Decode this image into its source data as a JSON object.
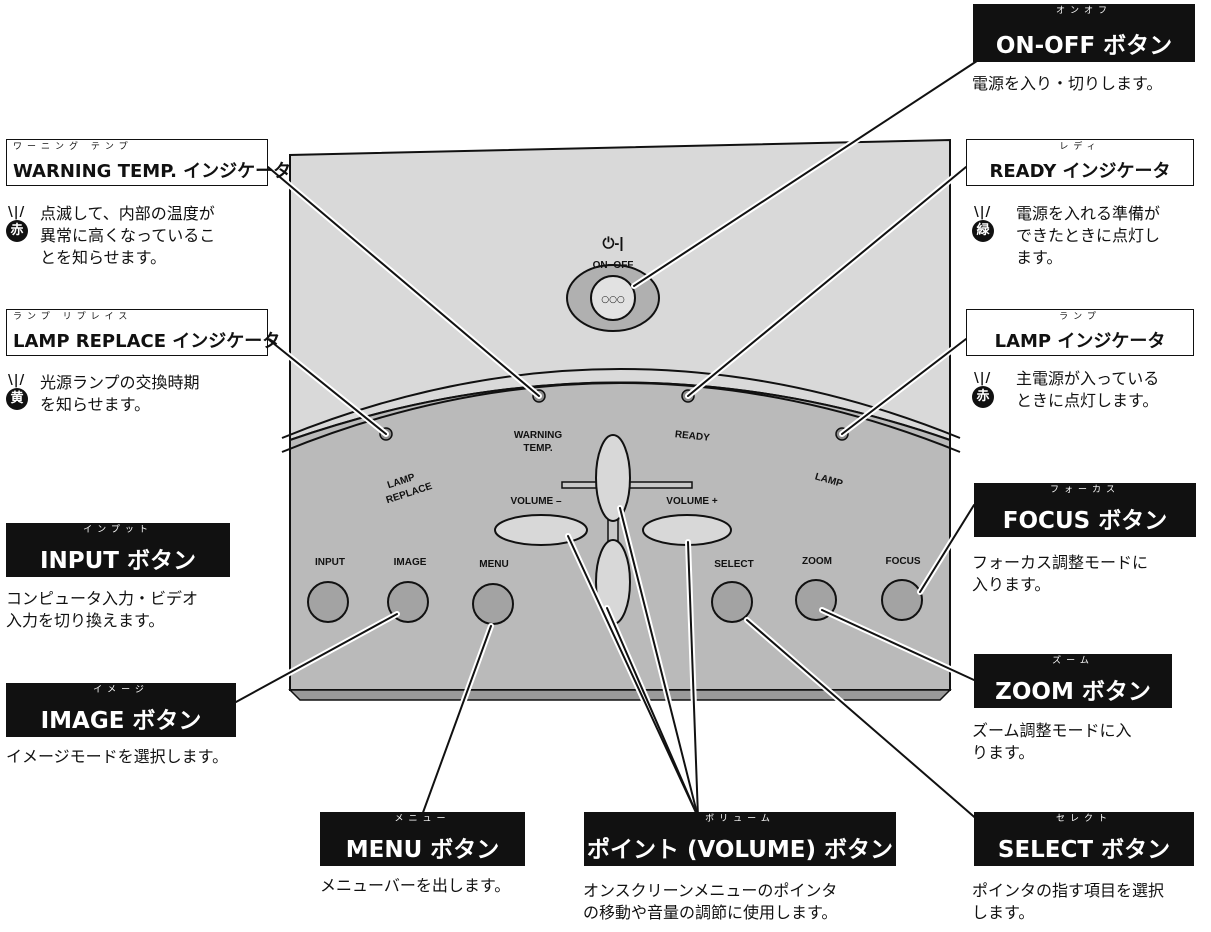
{
  "panel": {
    "power_symbol": "⏻-|",
    "power_label": "ON−OFF",
    "power_button_glyph": "○○○",
    "label_lamp_replace_1": "LAMP",
    "label_lamp_replace_2": "REPLACE",
    "label_warning_1": "WARNING",
    "label_warning_2": "TEMP.",
    "label_ready": "READY",
    "label_lamp": "LAMP",
    "label_volume_minus": "VOLUME –",
    "label_volume_plus": "VOLUME +",
    "buttons": [
      "INPUT",
      "IMAGE",
      "MENU",
      "SELECT",
      "ZOOM",
      "FOCUS"
    ]
  },
  "callouts": {
    "onoff": {
      "ruby": "オンオフ",
      "title": "ON-OFF ボタン",
      "desc": [
        "電源を入り・切りします。"
      ]
    },
    "warning": {
      "ruby": "ワーニング テンプ",
      "title": "WARNING TEMP. インジケータ",
      "desc": [
        "点滅して、内部の温度が",
        "異常に高くなっているこ",
        "とを知らせます。"
      ],
      "icon_color": "赤"
    },
    "ready": {
      "ruby": "レディ",
      "title": "READY インジケータ",
      "desc": [
        "電源を入れる準備が",
        "できたときに点灯し",
        "ます。"
      ],
      "icon_color": "緑"
    },
    "lamp_replace": {
      "ruby": "ランプ リプレイス",
      "title": "LAMP REPLACE インジケータ",
      "desc": [
        "光源ランプの交換時期",
        "を知らせます。"
      ],
      "icon_color": "黄"
    },
    "lamp": {
      "ruby": "ランプ",
      "title": "LAMP インジケータ",
      "desc": [
        "主電源が入っている",
        "ときに点灯します。"
      ],
      "icon_color": "赤"
    },
    "input": {
      "ruby": "インプット",
      "title": "INPUT ボタン",
      "desc": [
        "コンピュータ入力・ビデオ",
        "入力を切り換えます。"
      ]
    },
    "focus": {
      "ruby": "フォーカス",
      "title": "FOCUS ボタン",
      "desc": [
        "フォーカス調整モードに",
        "入ります。"
      ]
    },
    "image": {
      "ruby": "イメージ",
      "title": "IMAGE ボタン",
      "desc": [
        "イメージモードを選択します。"
      ]
    },
    "zoom": {
      "ruby": "ズーム",
      "title": "ZOOM ボタン",
      "desc": [
        "ズーム調整モードに入",
        "ります。"
      ]
    },
    "menu": {
      "ruby": "メニュー",
      "title": "MENU ボタン",
      "desc": [
        "メニューバーを出します。"
      ]
    },
    "point": {
      "ruby": "ボリューム",
      "title": "ポイント (VOLUME) ボタン",
      "desc": [
        "オンスクリーンメニューのポインタ",
        "の移動や音量の調節に使用します。"
      ]
    },
    "select": {
      "ruby": "セレクト",
      "title": "SELECT ボタン",
      "desc": [
        "ポインタの指す項目を選択",
        "します。"
      ]
    }
  },
  "colors": {
    "panel_upper": "#d8d8d8",
    "panel_lower": "#b9b9b9",
    "button_fill": "#a3a3a3",
    "box_dark": "#111111"
  }
}
